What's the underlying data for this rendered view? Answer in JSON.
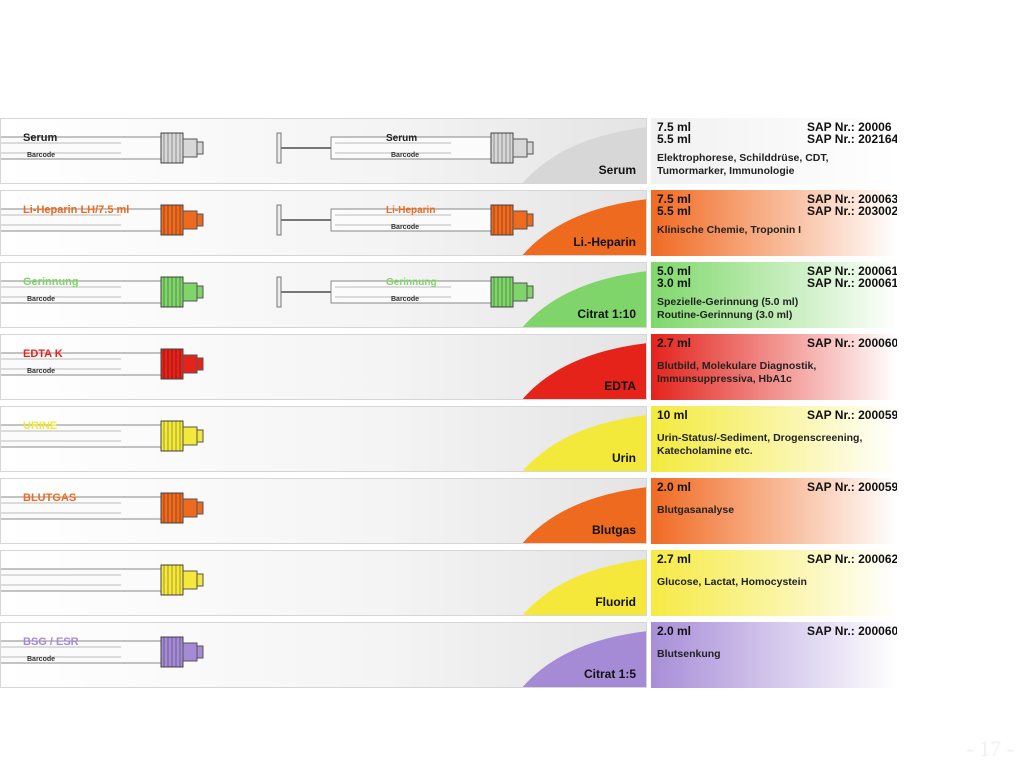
{
  "rows": [
    {
      "name": "Serum",
      "label_color": "#d7d7d7",
      "panel_gradient": [
        "#f1f1f1",
        "#ffffff"
      ],
      "line1": "7.5 ml",
      "sap1": "SAP Nr.: 20006",
      "line2": "5.5 ml",
      "sap2": "SAP Nr.: 202164",
      "desc": "Elektrophorese, Schilddrüse, CDT, Tumormarker, Immunologie",
      "tube_text_a": "Serum",
      "tube_text_b": "Barcode",
      "tube_text_c": "Serum",
      "tube_text_d": "Barcode"
    },
    {
      "name": "Li.-Heparin",
      "label_color": "#ee6a1f",
      "panel_gradient": [
        "#f06a22",
        "#ffffff"
      ],
      "line1": "7.5 ml",
      "sap1": "SAP Nr.: 200063",
      "line2": "5.5 ml",
      "sap2": "SAP Nr.: 203002",
      "desc": "Klinische Chemie, Troponin I",
      "tube_text_a": "Li-Heparin LH/7.5 ml",
      "tube_text_b": "",
      "tube_text_c": "Li-Heparin",
      "tube_text_d": "Barcode"
    },
    {
      "name": "Citrat 1:10",
      "label_color": "#7fd56a",
      "panel_gradient": [
        "#7fd86a",
        "#ffffff"
      ],
      "line1": "5.0 ml",
      "sap1": "SAP Nr.: 200061",
      "line2": "3.0 ml",
      "sap2": "SAP Nr.: 200061",
      "desc": "Spezielle-Gerinnung  (5.0 ml)\nRoutine-Gerinnung     (3.0 ml)",
      "tube_text_a": "Gerinnung",
      "tube_text_b": "Barcode",
      "tube_text_c": "Gerinnung",
      "tube_text_d": "Barcode"
    },
    {
      "name": "EDTA",
      "label_color": "#e5231b",
      "panel_gradient": [
        "#e4231c",
        "#ffffff"
      ],
      "line1": "2.7 ml",
      "sap1": "SAP Nr.: 200060",
      "line2": "",
      "sap2": "",
      "desc": "Blutbild, Molekulare Diagnostik, Immunsuppressiva, HbA1c",
      "tube_text_a": "EDTA K",
      "tube_text_b": "Barcode",
      "tube_text_c": "",
      "tube_text_d": ""
    },
    {
      "name": "Urin",
      "label_color": "#f2e93a",
      "panel_gradient": [
        "#f3ea3c",
        "#ffffff"
      ],
      "line1": "10 ml",
      "sap1": "SAP Nr.: 200059",
      "line2": "",
      "sap2": "",
      "desc": "Urin-Status/-Sediment, Drogenscreening, Katecholamine etc.",
      "tube_text_a": "URINE",
      "tube_text_b": "",
      "tube_text_c": "",
      "tube_text_d": ""
    },
    {
      "name": "Blutgas",
      "label_color": "#ee6a1f",
      "panel_gradient": [
        "#f06a22",
        "#ffffff"
      ],
      "line1": "2.0 ml",
      "sap1": "SAP Nr.: 200059",
      "line2": "",
      "sap2": "",
      "desc": "Blutgasanalyse",
      "tube_text_a": "BLUTGAS",
      "tube_text_b": "",
      "tube_text_c": "",
      "tube_text_d": ""
    },
    {
      "name": "Fluorid",
      "label_color": "#f5e83a",
      "panel_gradient": [
        "#f6ea43",
        "#ffffff"
      ],
      "line1": "2.7 ml",
      "sap1": "SAP Nr.: 200062",
      "line2": "",
      "sap2": "",
      "desc": "Glucose, Lactat, Homocystein",
      "tube_text_a": "",
      "tube_text_b": "",
      "tube_text_c": "",
      "tube_text_d": ""
    },
    {
      "name": "Citrat 1:5",
      "label_color": "#a58ad6",
      "panel_gradient": [
        "#a88ed8",
        "#ffffff"
      ],
      "line1": "2.0 ml",
      "sap1": "SAP Nr.: 200060",
      "line2": "",
      "sap2": "",
      "desc": "Blutsenkung",
      "tube_text_a": "BSG / ESR",
      "tube_text_b": "Barcode",
      "tube_text_c": "",
      "tube_text_d": ""
    }
  ],
  "page_number": "- 17 -"
}
